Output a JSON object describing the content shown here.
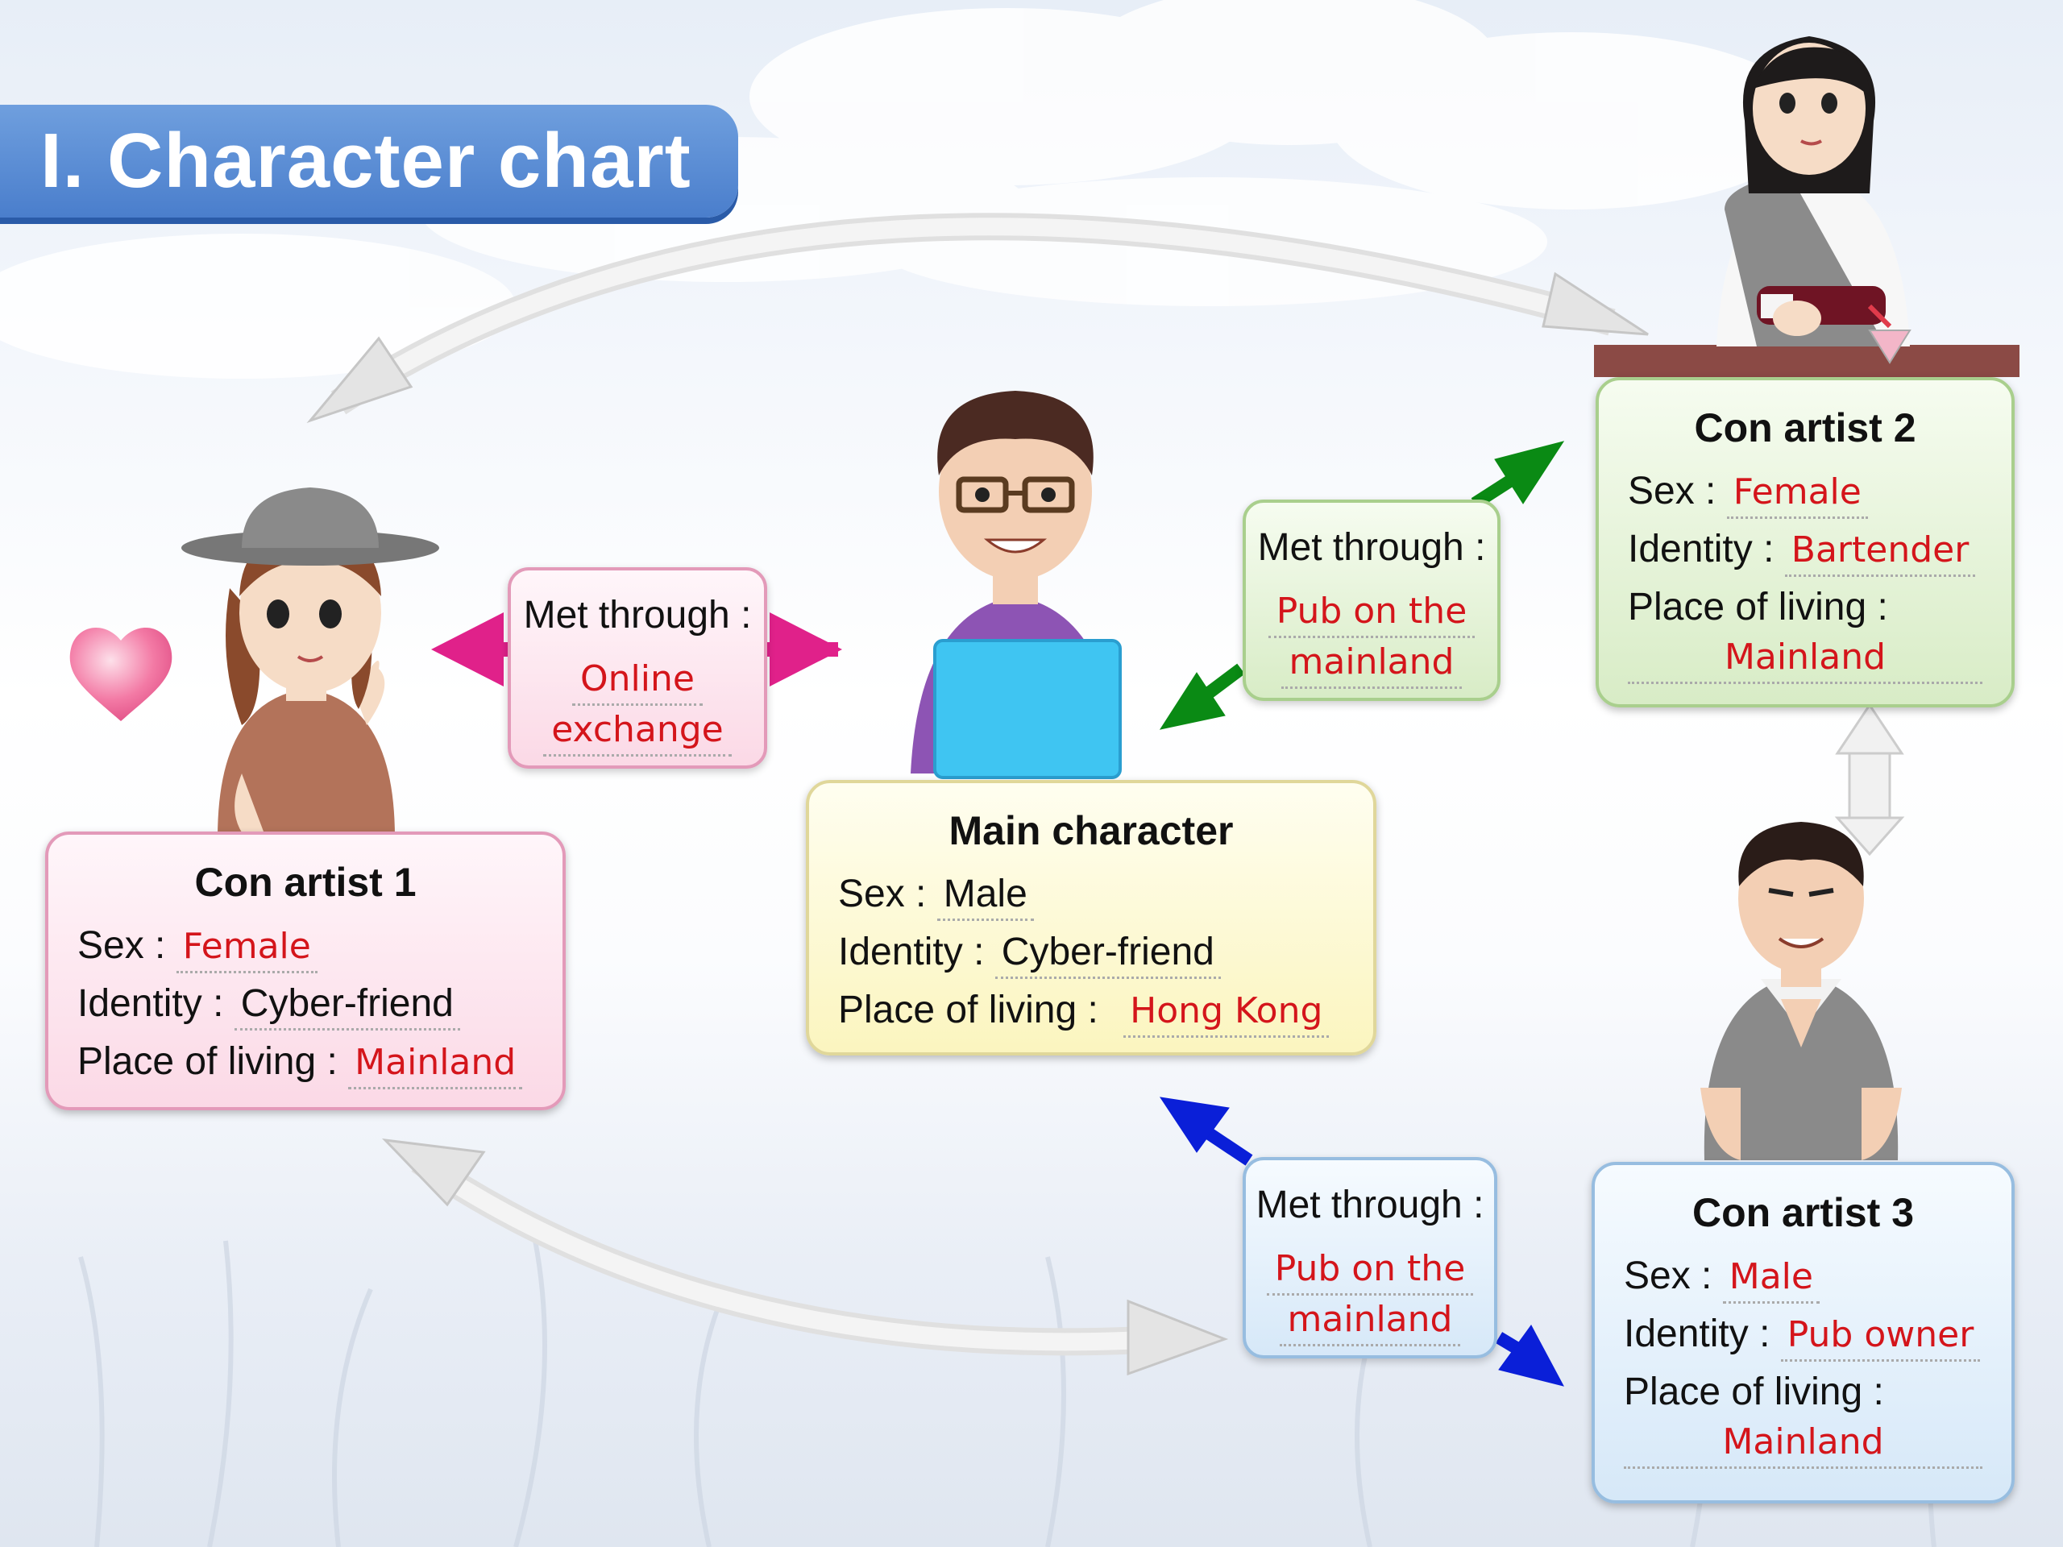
{
  "title": "I. Character chart",
  "colors": {
    "banner": "#4a7ecc",
    "value_red": "#d4151b",
    "arrow_pink": "#e0218a",
    "arrow_green": "#0a8a14",
    "arrow_blue": "#0a1fd8",
    "arrow_gray": "#d6d6d6"
  },
  "characters": {
    "con_artist_1": {
      "title": "Con artist 1",
      "sex_label": "Sex :",
      "sex": "Female",
      "identity_label": "Identity :",
      "identity": "Cyber-friend",
      "place_label": "Place of living :",
      "place": "Mainland"
    },
    "main": {
      "title": "Main character",
      "sex_label": "Sex :",
      "sex": "Male",
      "identity_label": "Identity :",
      "identity": "Cyber-friend",
      "place_label": "Place of living :",
      "place": "Hong Kong"
    },
    "con_artist_2": {
      "title": "Con artist 2",
      "sex_label": "Sex :",
      "sex": "Female",
      "identity_label": "Identity :",
      "identity": "Bartender",
      "place_label": "Place of living :",
      "place": "Mainland"
    },
    "con_artist_3": {
      "title": "Con artist 3",
      "sex_label": "Sex :",
      "sex": "Male",
      "identity_label": "Identity :",
      "identity": "Pub owner",
      "place_label": "Place of living :",
      "place": "Mainland"
    }
  },
  "met_through": {
    "online": {
      "label": "Met through :",
      "line1": "Online",
      "line2": "exchange"
    },
    "pub_green": {
      "label": "Met through :",
      "line1": "Pub on the",
      "line2": "mainland"
    },
    "pub_blue": {
      "label": "Met through :",
      "line1": "Pub on the",
      "line2": "mainland"
    }
  }
}
